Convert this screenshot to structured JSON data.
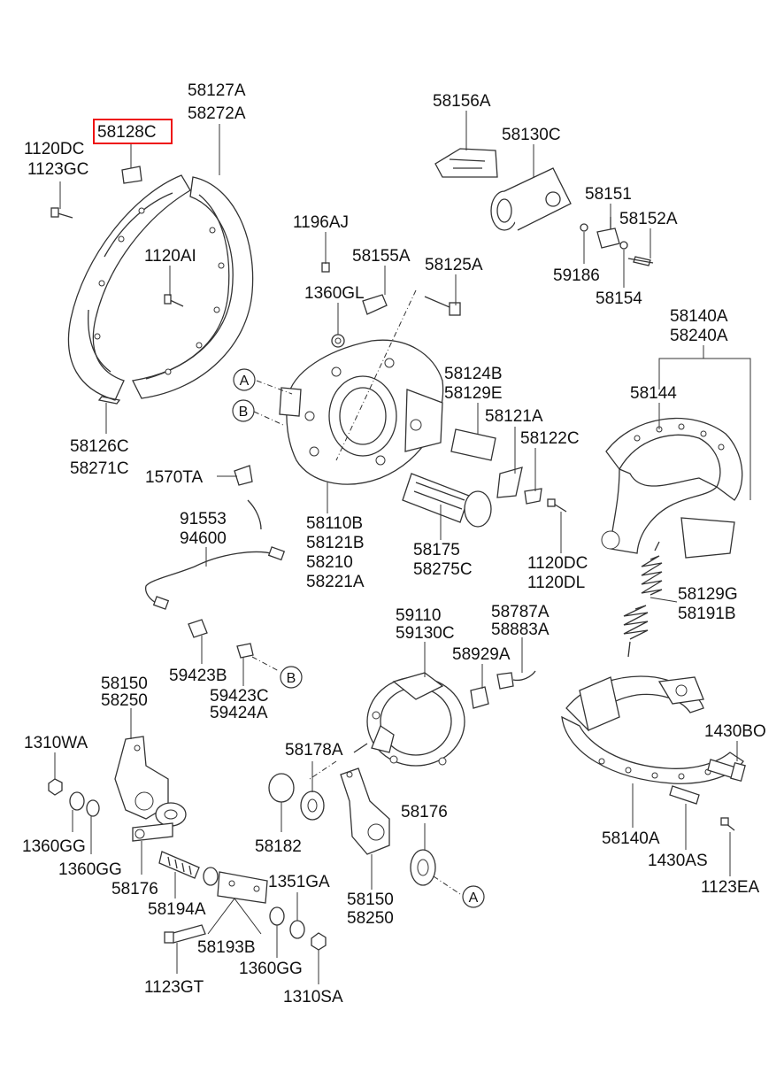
{
  "highlight_color": "#ee1111",
  "labels": {
    "l58127A": "58127A",
    "l58272A": "58272A",
    "l58128C": "58128C",
    "l1120DC_a": "1120DC",
    "l1123GC": "1123GC",
    "l1120AI": "1120AI",
    "l58126C": "58126C",
    "l58271C": "58271C",
    "l58156A": "58156A",
    "l58130C": "58130C",
    "l58151": "58151",
    "l58152A": "58152A",
    "l59186": "59186",
    "l58154": "58154",
    "l1196AJ": "1196AJ",
    "l58155A": "58155A",
    "l58125A": "58125A",
    "l1360GL": "1360GL",
    "l58140A_a": "58140A",
    "l58240A": "58240A",
    "l58144": "58144",
    "l58124B": "58124B",
    "l58129E": "58129E",
    "l58121A": "58121A",
    "l58122C": "58122C",
    "l1570TA": "1570TA",
    "l91553": "91553",
    "l94600": "94600",
    "l58110B": "58110B",
    "l58121B": "58121B",
    "l58210": "58210",
    "l58221A": "58221A",
    "l58175": "58175",
    "l58275C": "58275C",
    "l1120DC_b": "1120DC",
    "l1120DL": "1120DL",
    "l58129G": "58129G",
    "l58191B": "58191B",
    "l59110": "59110",
    "l59130C": "59130C",
    "l58787A": "58787A",
    "l58883A": "58883A",
    "l58929A": "58929A",
    "l59423B": "59423B",
    "l59423C": "59423C",
    "l59424A": "59424A",
    "l58150_a": "58150",
    "l58250_a": "58250",
    "l1310WA": "1310WA",
    "l1360GG_a": "1360GG",
    "l1360GG_b": "1360GG",
    "l58176_a": "58176",
    "l58178A": "58178A",
    "l58182": "58182",
    "l58176_b": "58176",
    "l58150_b": "58150",
    "l58250_b": "58250",
    "l1430BO": "1430BO",
    "l58140A_b": "58140A",
    "l1430AS": "1430AS",
    "l1123EA": "1123EA",
    "l58194A": "58194A",
    "l1351GA": "1351GA",
    "l58193B": "58193B",
    "l1360GG_c": "1360GG",
    "l1123GT": "1123GT",
    "l1310SA": "1310SA"
  },
  "refs": {
    "a1": "A",
    "b1": "B",
    "b2": "B",
    "a2": "A"
  }
}
